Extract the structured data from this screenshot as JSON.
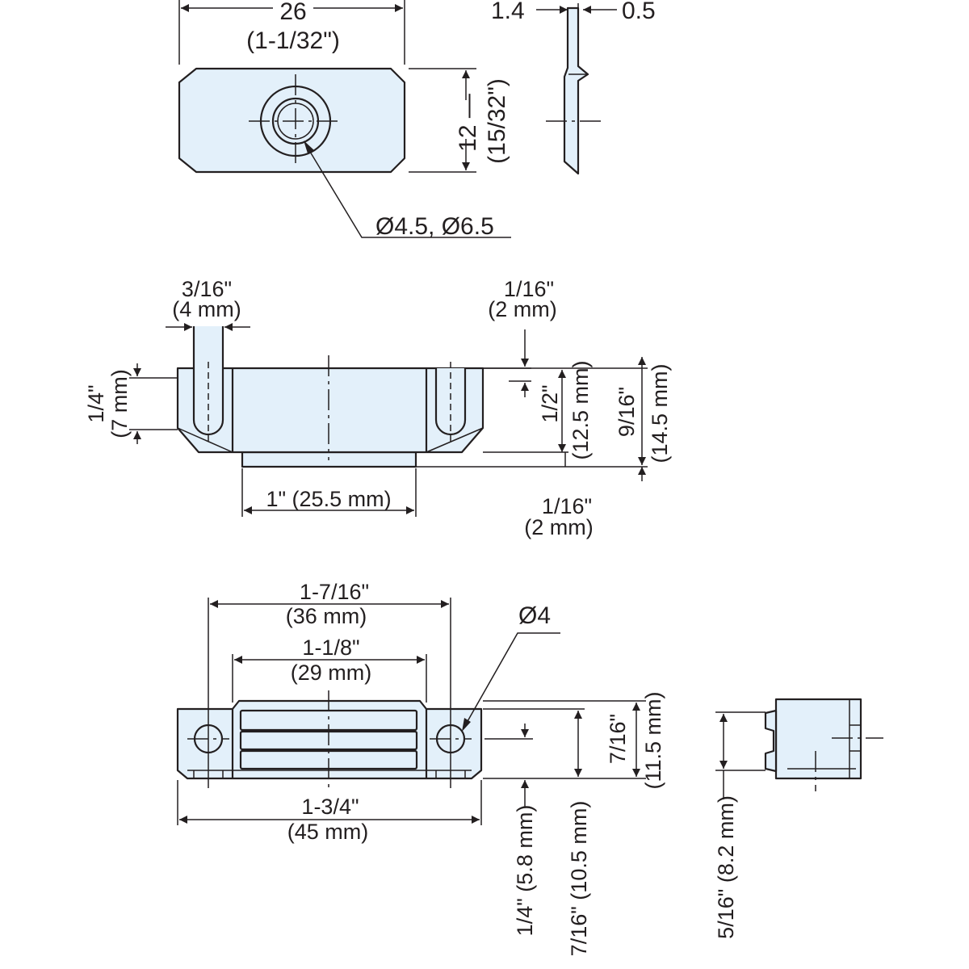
{
  "top_view": {
    "width_mm": "26",
    "width_in": "(1-1/32\")",
    "height_mm": "12 —",
    "height_in": "(15/32\")",
    "hole_callout": "Ø4.5, Ø6.5"
  },
  "side_view": {
    "left_thickness": "1.4",
    "right_thickness": "0.5"
  },
  "catch_front_view": {
    "slot_width_in": "3/16\"",
    "slot_width_mm": "(4 mm)",
    "slot_height_in": "1/4\"",
    "slot_height_mm": "(7 mm)",
    "top_offset_in": "1/16\"",
    "top_offset_mm": "(2 mm)",
    "body_height_in": "1/2\"",
    "body_height_mm": "(12.5 mm)",
    "total_height_in": "9/16\"",
    "total_height_mm": "(14.5 mm)",
    "base_width": "1\" (25.5 mm)",
    "bottom_offset_in": "1/16\"",
    "bottom_offset_mm": "(2 mm)"
  },
  "magnet_front_view": {
    "hole_spacing_in": "1-7/16\"",
    "hole_spacing_mm": "(36 mm)",
    "magnet_width_in": "1-1/8\"",
    "magnet_width_mm": "(29 mm)",
    "overall_width_in": "1-3/4\"",
    "overall_width_mm": "(45 mm)",
    "hole_callout": "Ø4",
    "height_in": "7/16\"",
    "height_mm": "(11.5 mm)",
    "hole_center": "1/4\" (5.8 mm)",
    "body_height": "7/16\" (10.5 mm)"
  },
  "magnet_side_view": {
    "height": "5/16\" (8.2 mm)"
  },
  "colors": {
    "part_fill": "#e3f0fa",
    "line": "#231f20"
  }
}
